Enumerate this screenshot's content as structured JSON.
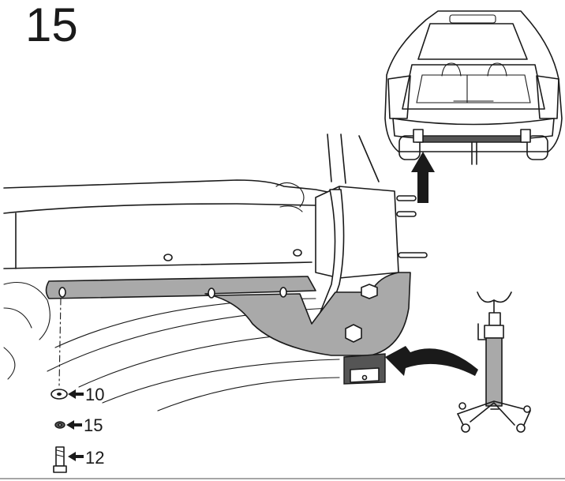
{
  "step": {
    "number": "15"
  },
  "callouts": [
    {
      "id": "washer",
      "label": "10"
    },
    {
      "id": "lock-washer",
      "label": "15"
    },
    {
      "id": "bolt",
      "label": "12"
    }
  ],
  "colors": {
    "part_fill": "#a9a9a9",
    "line": "#1a1a1a",
    "background": "#ffffff"
  }
}
